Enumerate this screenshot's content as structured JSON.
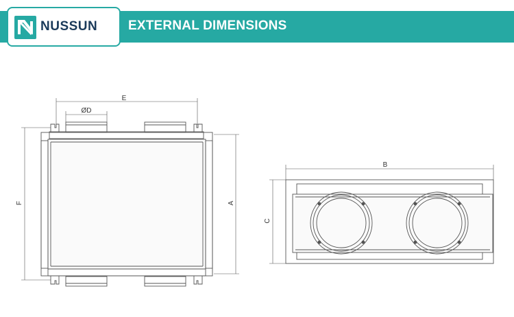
{
  "header": {
    "brand": "NUSSUN",
    "title": "EXTERNAL DIMENSIONS",
    "brand_color": "#26a9a3",
    "brand_text_color": "#1a3a5a",
    "logo_icon": "nussun-n-logo-icon"
  },
  "diagram": {
    "front_view": {
      "label_E": "E",
      "label_D": "ØD",
      "label_F": "F",
      "label_A": "A"
    },
    "side_view": {
      "label_B": "B",
      "label_C": "C"
    }
  }
}
